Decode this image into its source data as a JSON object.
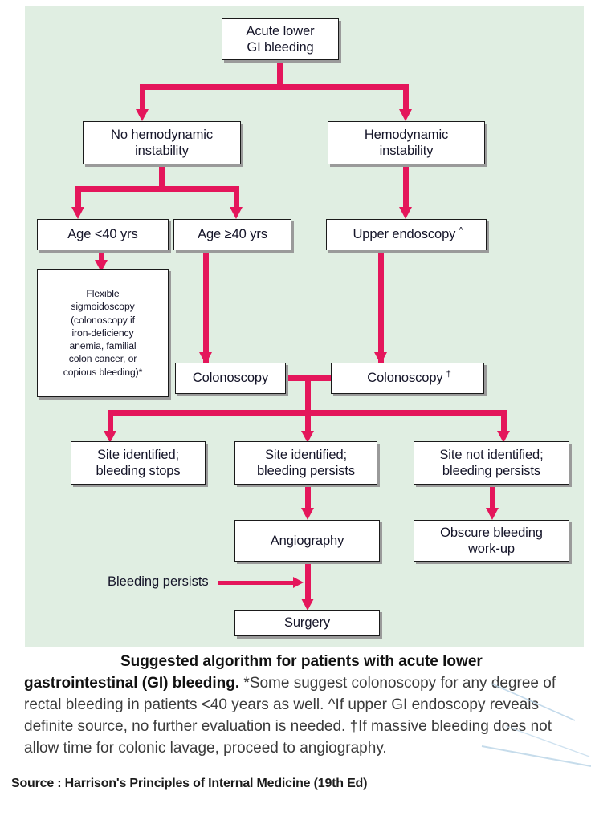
{
  "figure": {
    "background_color": "#e0eee2",
    "connector_color": "#e4165b",
    "box_border_color": "#1a1a1a"
  },
  "nodes": {
    "root": "Acute lower\nGI bleeding",
    "root_l1": "Acute lower",
    "root_l2": "GI bleeding",
    "no_instability_l1": "No hemodynamic",
    "no_instability_l2": "instability",
    "instability_l1": "Hemodynamic",
    "instability_l2": "instability",
    "age_under_40": "Age <40 yrs",
    "age_over_40": "Age  ≥40 yrs",
    "upper_endoscopy": "Upper endoscopy",
    "upper_endoscopy_marker": "^",
    "flex_sig_l1": "Flexible",
    "flex_sig_l2": "sigmoidoscopy",
    "flex_sig_l3": "(colonoscopy if",
    "flex_sig_l4": "iron-deficiency",
    "flex_sig_l5": "anemia, familial",
    "flex_sig_l6": "colon cancer, or",
    "flex_sig_l7": "copious bleeding)*",
    "colonoscopy_left": "Colonoscopy",
    "colonoscopy_right": "Colonoscopy",
    "colonoscopy_right_marker": "†",
    "site_id_stops_l1": "Site identified;",
    "site_id_stops_l2": "bleeding stops",
    "site_id_persists_l1": "Site identified;",
    "site_id_persists_l2": "bleeding persists",
    "site_not_id_l1": "Site not identified;",
    "site_not_id_l2": "bleeding persists",
    "angiography": "Angiography",
    "obscure_l1": "Obscure bleeding",
    "obscure_l2": "work-up",
    "surgery": "Surgery"
  },
  "edge_labels": {
    "bleeding_persists": "Bleeding persists"
  },
  "caption": {
    "lead": "Suggested algorithm for patients with acute lower gastrointestinal (GI) bleeding.",
    "body": " *Some suggest colonoscopy for any degree of rectal bleeding in patients <40 years as well. ^If upper GI endoscopy reveals definite source, no further evaluation is needed. †If massive bleeding does not allow time for colonic lavage, proceed to angiography."
  },
  "source": "Source : Harrison's Principles of Internal Medicine (19th Ed)"
}
